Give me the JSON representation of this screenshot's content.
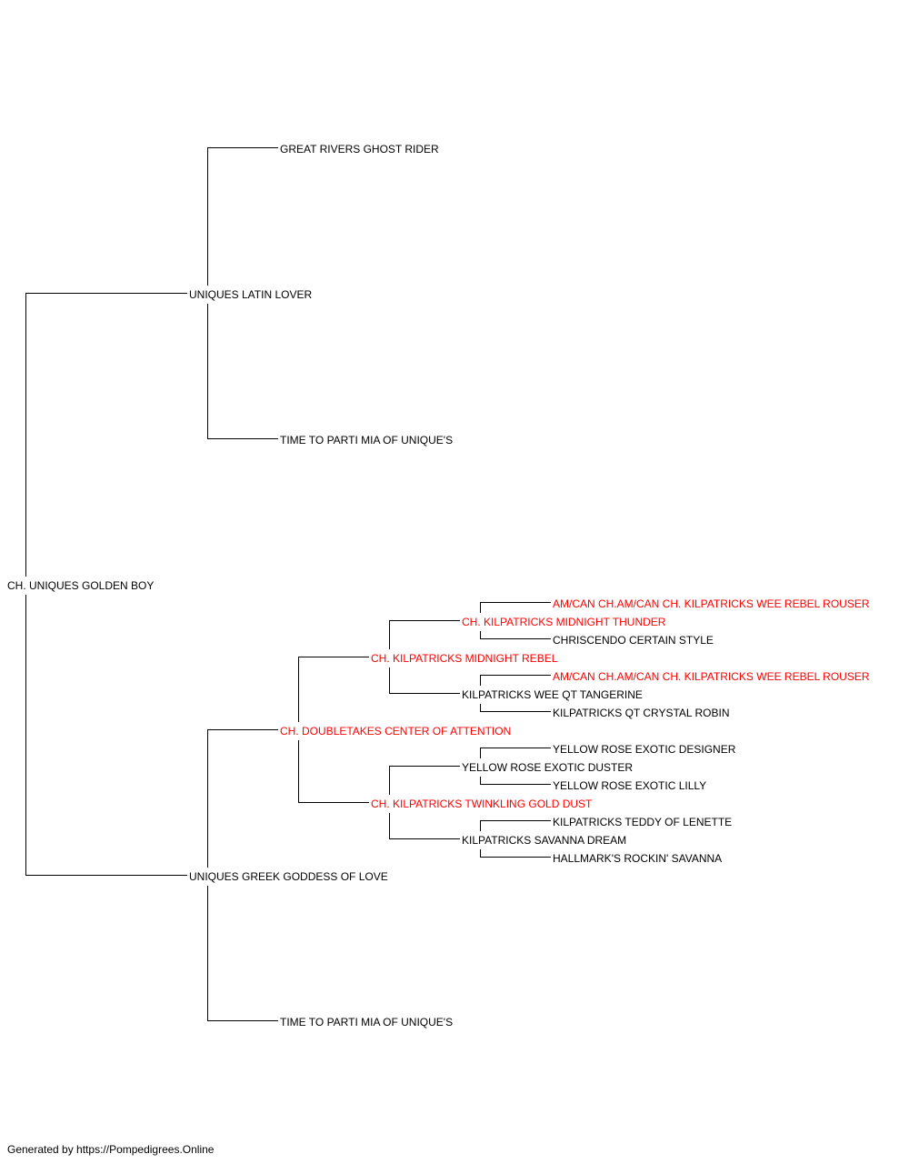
{
  "colors": {
    "line": "#000000",
    "text": "#000000",
    "champion": "#ff0000"
  },
  "nodes": [
    {
      "id": "n0",
      "name": "CH. UNIQUES GOLDEN BOY",
      "champion": false
    },
    {
      "id": "n1",
      "name": "UNIQUES LATIN LOVER",
      "champion": false
    },
    {
      "id": "n2",
      "name": "UNIQUES GREEK GODDESS OF LOVE",
      "champion": false
    },
    {
      "id": "n3",
      "name": "GREAT RIVERS GHOST RIDER",
      "champion": false
    },
    {
      "id": "n4",
      "name": "TIME TO PARTI MIA OF UNIQUE'S",
      "champion": false
    },
    {
      "id": "n5",
      "name": "CH. DOUBLETAKES CENTER OF ATTENTION",
      "champion": true
    },
    {
      "id": "n6",
      "name": "TIME TO PARTI MIA OF UNIQUE'S",
      "champion": false
    },
    {
      "id": "n7",
      "name": "CH. KILPATRICKS MIDNIGHT REBEL",
      "champion": true
    },
    {
      "id": "n8",
      "name": "CH. KILPATRICKS TWINKLING GOLD DUST",
      "champion": true
    },
    {
      "id": "n9",
      "name": "CH. KILPATRICKS MIDNIGHT THUNDER",
      "champion": true
    },
    {
      "id": "n10",
      "name": "KILPATRICKS WEE QT TANGERINE",
      "champion": false
    },
    {
      "id": "n11",
      "name": "YELLOW ROSE EXOTIC DUSTER",
      "champion": false
    },
    {
      "id": "n12",
      "name": "KILPATRICKS SAVANNA DREAM",
      "champion": false
    },
    {
      "id": "n13",
      "name": "AM/CAN CH.AM/CAN CH. KILPATRICKS WEE REBEL ROUSER",
      "champion": true
    },
    {
      "id": "n14",
      "name": "CHRISCENDO CERTAIN STYLE",
      "champion": false
    },
    {
      "id": "n15",
      "name": "AM/CAN CH.AM/CAN CH. KILPATRICKS WEE REBEL ROUSER",
      "champion": true
    },
    {
      "id": "n16",
      "name": "KILPATRICKS QT CRYSTAL ROBIN",
      "champion": false
    },
    {
      "id": "n17",
      "name": "YELLOW ROSE EXOTIC DESIGNER",
      "champion": false
    },
    {
      "id": "n18",
      "name": "YELLOW ROSE EXOTIC LILLY",
      "champion": false
    },
    {
      "id": "n19",
      "name": "KILPATRICKS TEDDY OF LENETTE",
      "champion": false
    },
    {
      "id": "n20",
      "name": "HALLMARK'S ROCKIN' SAVANNA",
      "champion": false
    }
  ],
  "edges": [
    [
      "n0",
      "n1"
    ],
    [
      "n0",
      "n2"
    ],
    [
      "n1",
      "n3"
    ],
    [
      "n1",
      "n4"
    ],
    [
      "n2",
      "n5"
    ],
    [
      "n2",
      "n6"
    ],
    [
      "n5",
      "n7"
    ],
    [
      "n5",
      "n8"
    ],
    [
      "n7",
      "n9"
    ],
    [
      "n7",
      "n10"
    ],
    [
      "n8",
      "n11"
    ],
    [
      "n8",
      "n12"
    ],
    [
      "n9",
      "n13"
    ],
    [
      "n9",
      "n14"
    ],
    [
      "n10",
      "n15"
    ],
    [
      "n10",
      "n16"
    ],
    [
      "n11",
      "n17"
    ],
    [
      "n11",
      "n18"
    ],
    [
      "n12",
      "n19"
    ],
    [
      "n12",
      "n20"
    ]
  ],
  "footer": "Generated by https://Pompedigrees.Online"
}
